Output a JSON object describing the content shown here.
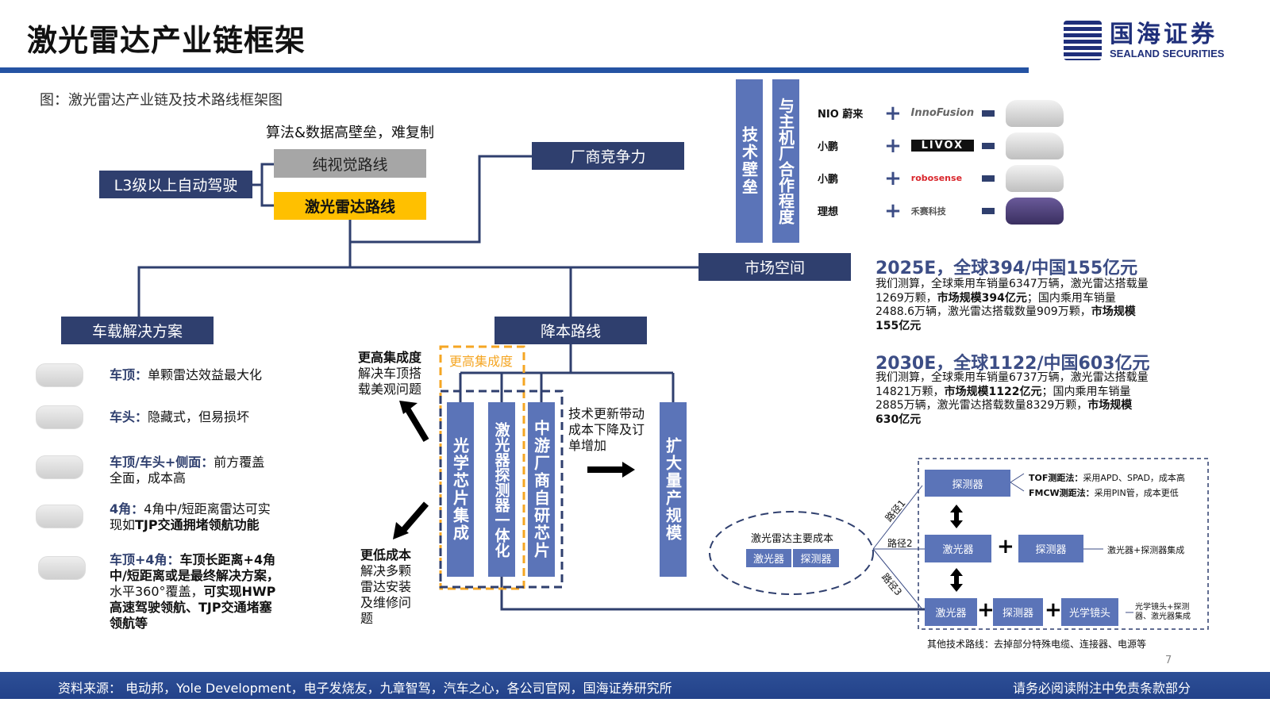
{
  "header": {
    "title": "激光雷达产业链框架",
    "logo_cn": "国海证券",
    "logo_en": "SEALAND SECURITIES"
  },
  "caption": "图：激光雷达产业链及技术路线框架图",
  "tree": {
    "moat_note": "算法&数据高壁垒，难复制",
    "l3": "L3级以上自动驾驶",
    "vision": "纯视觉路线",
    "lidar": "激光雷达路线",
    "competitiveness": "厂商竞争力",
    "market": "市场空间",
    "solutions": "车载解决方案",
    "cost": "降本路线"
  },
  "solutions": [
    {
      "head": "车顶：",
      "body": "单颗雷达效益最大化",
      "bold": ""
    },
    {
      "head": "车头：",
      "body": "隐藏式，但易损坏",
      "bold": ""
    },
    {
      "head": "车顶/车头+侧面：",
      "body": "前方覆盖全面，成本高",
      "bold": ""
    },
    {
      "head": "4角：",
      "body": "4角中/短距离雷达可实现如",
      "bold": "TJP交通拥堵领航功能"
    },
    {
      "head": "车顶+4角：",
      "bold": "车顶长距离+4角中/短距离或是最终解决方案，",
      "body": "水平360°覆盖，",
      "bold2": "可实现HWP高速驾驶领航、TJP交通堵塞领航等"
    }
  ],
  "cost": {
    "higher_title": "更高集成度",
    "higher_body": "解决车顶搭载美观问题",
    "lower_title": "更低成本",
    "lower_body": "解决多颗雷达安装及维修问题",
    "orange_label": "更高集成度",
    "v1": "光学芯片集成",
    "v2": "激光器探测器一体化",
    "v3": "中游厂商自研芯片",
    "v4": "扩大量产规模",
    "tech_note": "技术更新带动成本下降及订单增加"
  },
  "barriers": {
    "tech": "技术壁垒",
    "oem": "与主机厂合作程度"
  },
  "partners": [
    {
      "oem": "NIO 蔚来",
      "lidar": "InnoFusion"
    },
    {
      "oem": "小鹏",
      "lidar": "LIVOX"
    },
    {
      "oem": "小鹏",
      "lidar": "robosense"
    },
    {
      "oem": "理想",
      "lidar": "禾赛科技"
    }
  ],
  "market": [
    {
      "title": "2025E，全球394/中国155亿元",
      "t1": "我们测算，全球乘用车销量6347万辆，激光雷达搭载量1269万颗，",
      "b1": "市场规模394亿元",
      "t2": "；国内乘用车销量2488.6万辆，激光雷达搭载数量909万颗，",
      "b2": "市场规模155亿元"
    },
    {
      "title": "2030E，全球1122/中国603亿元",
      "t1": "我们测算，全球乘用车销量6737万辆，激光雷达搭载量14821万颗，",
      "b1": "市场规模1122亿元",
      "t2": "；国内乘用车销量2885万辆，激光雷达搭载数量8329万颗，",
      "b2": "市场规模630亿元"
    }
  ],
  "costdiag": {
    "ellipse_title": "激光雷达主要成本",
    "laser": "激光器",
    "detector": "探测器",
    "optics": "光学镜头",
    "path1": "路径1",
    "path2": "路径2",
    "path3": "路径3",
    "tof": "TOF测距法：",
    "tof_body": "采用APD、SPAD，成本高",
    "fmcw": "FMCW测距法：",
    "fmcw_body": "采用PIN管，成本更低",
    "r2_note": "激光器+探测器集成",
    "r3_note": "光学镜头+探测器、激光器集成",
    "other": "其他技术路线：去掉部分特殊电缆、连接器、电源等"
  },
  "page_number": "7",
  "footer": {
    "source": "资料来源： 电动邦，Yole Development，电子发烧友，九章智驾，汽车之心，各公司官网，国海证券研究所",
    "disclaimer": "请务必阅读附注中免责条款部分"
  },
  "colors": {
    "navy": "#2f3f6e",
    "blue": "#5b74b8",
    "yellow": "#ffc000",
    "orange": "#f5a623"
  }
}
